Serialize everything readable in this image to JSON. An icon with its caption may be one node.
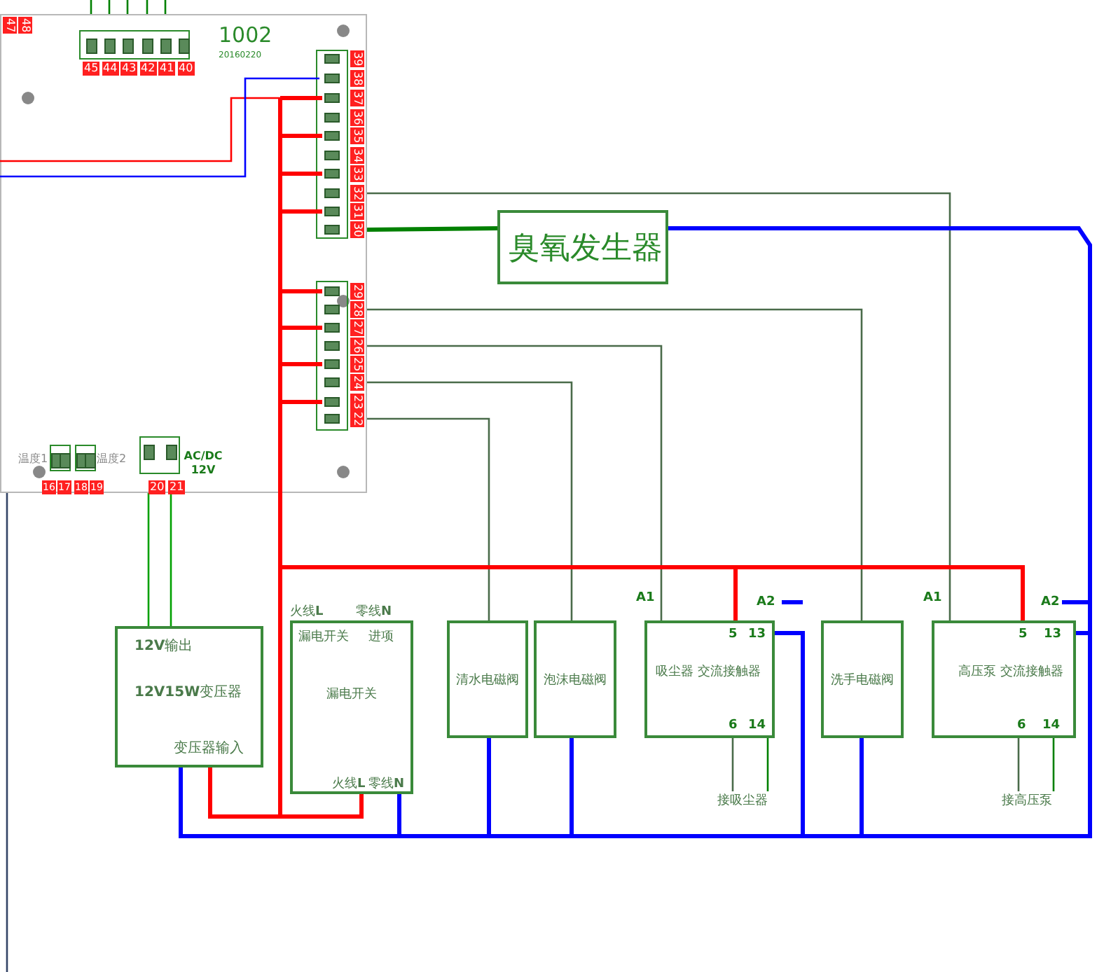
{
  "diagram": {
    "nodes": [
      {
        "text": [
          "1002",
          "20160220",
          "温度1",
          "温度2",
          "AC/DC 12V"
        ]
      },
      {
        "text": [
          "臭氧发生器"
        ]
      },
      {
        "text": [
          "**12V**输出",
          "**12V15W**变压器",
          "变压器输入"
        ]
      },
      {
        "text": [
          "火线**L**",
          "零线**N**",
          "漏电开关",
          "进项",
          "漏电开关",
          "火线**L**",
          "零线**N**"
        ]
      },
      {
        "text": [
          "清水电磁阀"
        ]
      },
      {
        "text": [
          "泡沫电磁阀"
        ]
      },
      {
        "text": [
          "5",
          "13",
          "吸尘器 交流接触器",
          "6",
          "14"
        ]
      },
      {
        "text": [
          "洗手电磁阀"
        ]
      },
      {
        "text": [
          "5",
          "13",
          "高压泵 交流接触器",
          "6",
          "14"
        ]
      },
      {
        "text": [
          "接吸尘器"
        ]
      },
      {
        "text": [
          "接高压泵"
        ]
      }
    ],
    "edges": [
      {
        "from": 0,
        "to": 1,
        "arrow": "none",
        "style": "thick",
        "color": "#008000"
      },
      {
        "from": 0,
        "to": 8,
        "arrow": "none",
        "color": "#4a6b4a"
      },
      {
        "from": 0,
        "to": 7,
        "arrow": "none",
        "color": "#4a6b4a"
      },
      {
        "from": 0,
        "to": 6,
        "arrow": "none",
        "color": "#4a6b4a"
      },
      {
        "from": 0,
        "to": 5,
        "arrow": "none",
        "color": "#4a6b4a"
      },
      {
        "from": 0,
        "to": 4,
        "arrow": "none",
        "color": "#4a6b4a"
      },
      {
        "from": 0,
        "to": 2,
        "arrow": "none",
        "color": "#00a000"
      },
      {
        "from": 0,
        "to": 2,
        "arrow": "none",
        "color": "#00a000"
      },
      {
        "from": 3,
        "to": 0,
        "arrow": "none",
        "style": "thick",
        "color": "#ff0000"
      },
      {
        "from": 2,
        "to": 0,
        "arrow": "none",
        "style": "thick",
        "color": "#ff0000"
      },
      {
        "from": 0,
        "to": 6,
        "arrow": "none",
        "style": "thick",
        "color": "#ff0000"
      },
      {
        "from": 0,
        "to": 8,
        "arrow": "none",
        "style": "thick",
        "color": "#ff0000"
      },
      {
        "from": 3,
        "to": 2,
        "arrow": "none",
        "style": "thick",
        "color": "#0000ff"
      },
      {
        "from": 3,
        "to": 4,
        "arrow": "none",
        "style": "thick",
        "color": "#0000ff"
      },
      {
        "from": 3,
        "to": 5,
        "arrow": "none",
        "style": "thick",
        "color": "#0000ff"
      },
      {
        "from": 3,
        "to": 6,
        "arrow": "none",
        "style": "thick",
        "color": "#0000ff"
      },
      {
        "from": 3,
        "to": 7,
        "arrow": "none",
        "style": "thick",
        "color": "#0000ff"
      },
      {
        "from": 3,
        "to": 8,
        "arrow": "none",
        "style": "thick",
        "color": "#0000ff"
      },
      {
        "from": 3,
        "to": 1,
        "arrow": "none",
        "style": "thick",
        "color": "#0000ff"
      },
      {
        "from": 6,
        "to": 9,
        "arrow": "none",
        "color": "#4a6b4a"
      },
      {
        "from": 6,
        "to": 9,
        "arrow": "none",
        "color": "#008000"
      },
      {
        "from": 8,
        "to": 10,
        "arrow": "none",
        "color": "#4a6b4a"
      },
      {
        "from": 8,
        "to": 10,
        "arrow": "none",
        "color": "#008000"
      },
      {
        "from": 0,
        "to": null,
        "arrow": "none",
        "color": "#ff0000"
      },
      {
        "from": 0,
        "to": null,
        "arrow": "none",
        "color": "#0000ff"
      },
      {
        "from": 0,
        "to": null,
        "arrow": "none",
        "color": "#008000"
      },
      {
        "from": 0,
        "to": null,
        "arrow": "none",
        "color": "#008000"
      },
      {
        "from": 0,
        "to": null,
        "arrow": "none",
        "color": "#008000"
      },
      {
        "from": 0,
        "to": null,
        "arrow": "none",
        "color": "#008000"
      },
      {
        "from": 0,
        "to": null,
        "arrow": "none",
        "color": "#008000"
      },
      {
        "from": 0,
        "to": null,
        "arrow": "none",
        "color": "#334466"
      }
    ],
    "labels": [
      "47",
      "48",
      "45",
      "44",
      "43",
      "42",
      "41",
      "40",
      "39",
      "38",
      "37",
      "36",
      "35",
      "34",
      "33",
      "32",
      "31",
      "30",
      "29",
      "28",
      "27",
      "26",
      "25",
      "24",
      "23",
      "22",
      "16",
      "17",
      "18",
      "19",
      "20",
      "21",
      "A1",
      "A2",
      "A1",
      "A2"
    ]
  }
}
